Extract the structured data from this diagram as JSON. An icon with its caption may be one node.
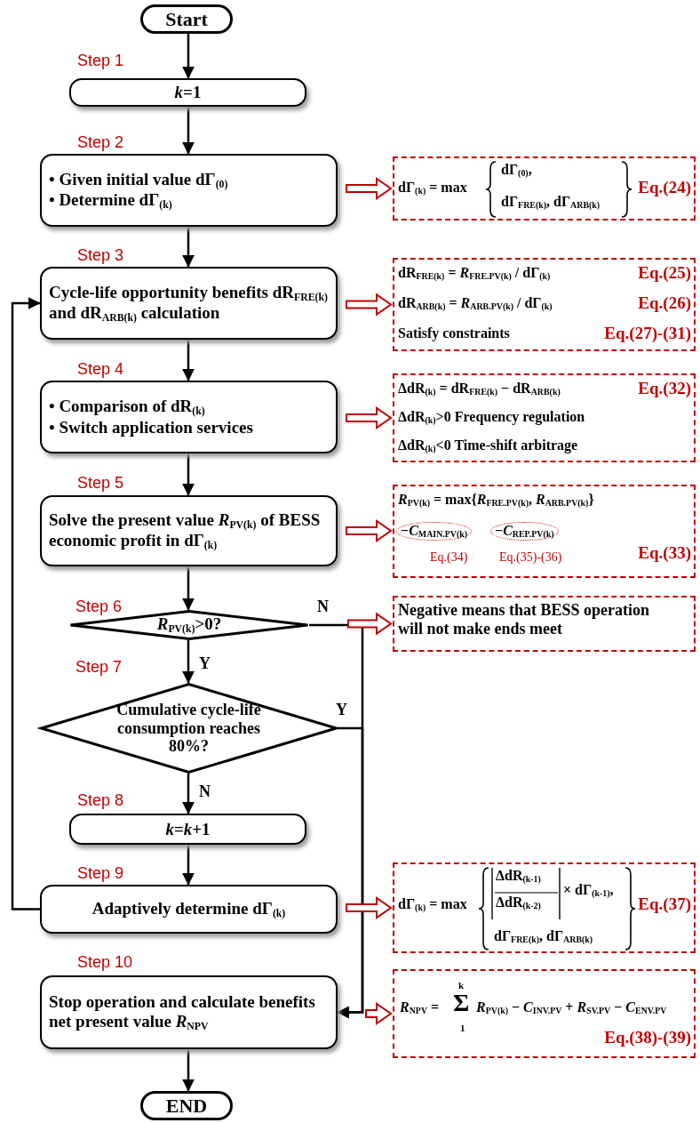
{
  "diagram": {
    "nodes": [
      {
        "text": [
          "Start"
        ]
      },
      {
        "text": [
          "*k*=1"
        ],
        "beside": [
          "Step 1"
        ]
      },
      {
        "text": [
          "• Given initial value dΓ$_{(0)}$",
          "• Determine dΓ$_{(k)}$"
        ],
        "beside": [
          "Step 2"
        ]
      },
      {
        "text": [
          "Cycle-life opportunity benefits dR$_{FRE(k)}$ and dR$_{ARB(k)}$ calculation"
        ],
        "beside": [
          "Step 3"
        ]
      },
      {
        "text": [
          "• Comparison of dR$_{(k)}$",
          "• Switch application services"
        ],
        "beside": [
          "Step 4"
        ]
      },
      {
        "text": [
          "Solve the present value *R*$_{PV(k)}$ of BESS economic profit in dΓ$_{(k)}$"
        ],
        "beside": [
          "Step 5"
        ]
      },
      {
        "text": [
          "*R*$_{PV(k)}$>0?"
        ],
        "beside": [
          "Step 6"
        ]
      },
      {
        "text": [
          "Cumulative cycle-life consumption reaches 80%?"
        ],
        "beside": [
          "Step 7"
        ]
      },
      {
        "text": [
          "*k*=*k*+1"
        ],
        "beside": [
          "Step 8"
        ]
      },
      {
        "text": [
          "Adaptively determine dΓ$_{(k)}$"
        ],
        "beside": [
          "Step 9"
        ]
      },
      {
        "text": [
          "Stop operation and calculate benefits net present value *R*$_{NPV}$"
        ],
        "beside": [
          "Step 10"
        ]
      },
      {
        "text": [
          "END"
        ]
      },
      {
        "text": [
          "dΓ$_{(k)}$ = max",
          "dΓ$_{(0)}$,",
          "dΓ$_{FRE(k)}$, dΓ$_{ARB(k)}$",
          "Eq.(24)"
        ]
      },
      {
        "text": [
          "dR$_{FRE(k)}$ = *R*$_{FRE.PV(k)}$ / dΓ$_{(k)}$",
          "Eq.(25)",
          "dR$_{ARB(k)}$ = *R*$_{ARB.PV(k)}$ / dΓ$_{(k)}$",
          "Eq.(26)",
          "Satisfy constraints",
          "Eq.(27)-(31)"
        ]
      },
      {
        "text": [
          "ΔdR$_{(k)}$ = dR$_{FRE(k)}$ − dR$_{ARB(k)}$",
          "Eq.(32)",
          "ΔdR$_{(k)}$>0  Frequency regulation",
          "ΔdR$_{(k)}$<0  Time-shift arbitrage"
        ]
      },
      {
        "text": [
          "*R*$_{PV(k)}$ = max{*R*$_{FRE.PV(k)}$, *R*$_{ARB.PV(k)}$}",
          "−*C*$_{MAIN.PV(k)}$",
          "−*C*$_{REP.PV(k)}$",
          "Eq.(34)",
          "Eq.(35)-(36)",
          "Eq.(33)"
        ]
      },
      {
        "text": [
          "Negative means that BESS operation will not make ends meet"
        ]
      },
      {
        "text": [
          "dΓ$_{(k)}$ = max",
          "ΔdR$_{(k-1)}$",
          "ΔdR$_{(k-2)}$",
          "× dΓ$_{(k-1)}$,",
          "dΓ$_{FRE(k)}$, dΓ$_{ARB(k)}$",
          "Eq.(37)"
        ]
      },
      {
        "text": [
          "*R*$_{NPV}$ =",
          "k",
          "Σ",
          "1",
          "*R*$_{PV(k)}$ − *C*$_{INV.PV}$ + *R*$_{SV.PV}$ − *C*$_{ENV.PV}$",
          "Eq.(38)-(39)"
        ]
      }
    ],
    "edges": [
      {
        "from": 0,
        "to": 1,
        "arrow": "to"
      },
      {
        "from": 1,
        "to": 2,
        "arrow": "to"
      },
      {
        "from": 2,
        "to": 3,
        "arrow": "to"
      },
      {
        "from": 3,
        "to": 4,
        "arrow": "to"
      },
      {
        "from": 4,
        "to": 5,
        "arrow": "to"
      },
      {
        "from": 5,
        "to": 6,
        "arrow": "to"
      },
      {
        "from": 6,
        "to": 7,
        "arrow": "to",
        "label": "Y"
      },
      {
        "from": 7,
        "to": 8,
        "arrow": "to",
        "label": "N"
      },
      {
        "from": 8,
        "to": 9,
        "arrow": "to"
      },
      {
        "from": 9,
        "to": 3,
        "arrow": "to"
      },
      {
        "from": 6,
        "to": 10,
        "arrow": "to",
        "label": "N"
      },
      {
        "from": 7,
        "to": 10,
        "arrow": "to",
        "label": "Y"
      },
      {
        "from": 10,
        "to": 11,
        "arrow": "to"
      },
      {
        "from": 2,
        "to": 12,
        "arrow": "to",
        "style": "thick",
        "color": "#c00000"
      },
      {
        "from": 3,
        "to": 13,
        "arrow": "to",
        "style": "thick",
        "color": "#c00000"
      },
      {
        "from": 4,
        "to": 14,
        "arrow": "to",
        "style": "thick",
        "color": "#c00000"
      },
      {
        "from": 5,
        "to": 15,
        "arrow": "to",
        "style": "thick",
        "color": "#c00000"
      },
      {
        "from": 6,
        "to": 16,
        "arrow": "to",
        "style": "thick",
        "color": "#c00000"
      },
      {
        "from": 9,
        "to": 17,
        "arrow": "to",
        "style": "thick",
        "color": "#c00000"
      },
      {
        "from": 10,
        "to": 18,
        "arrow": "to",
        "style": "thick",
        "color": "#c00000"
      }
    ]
  }
}
